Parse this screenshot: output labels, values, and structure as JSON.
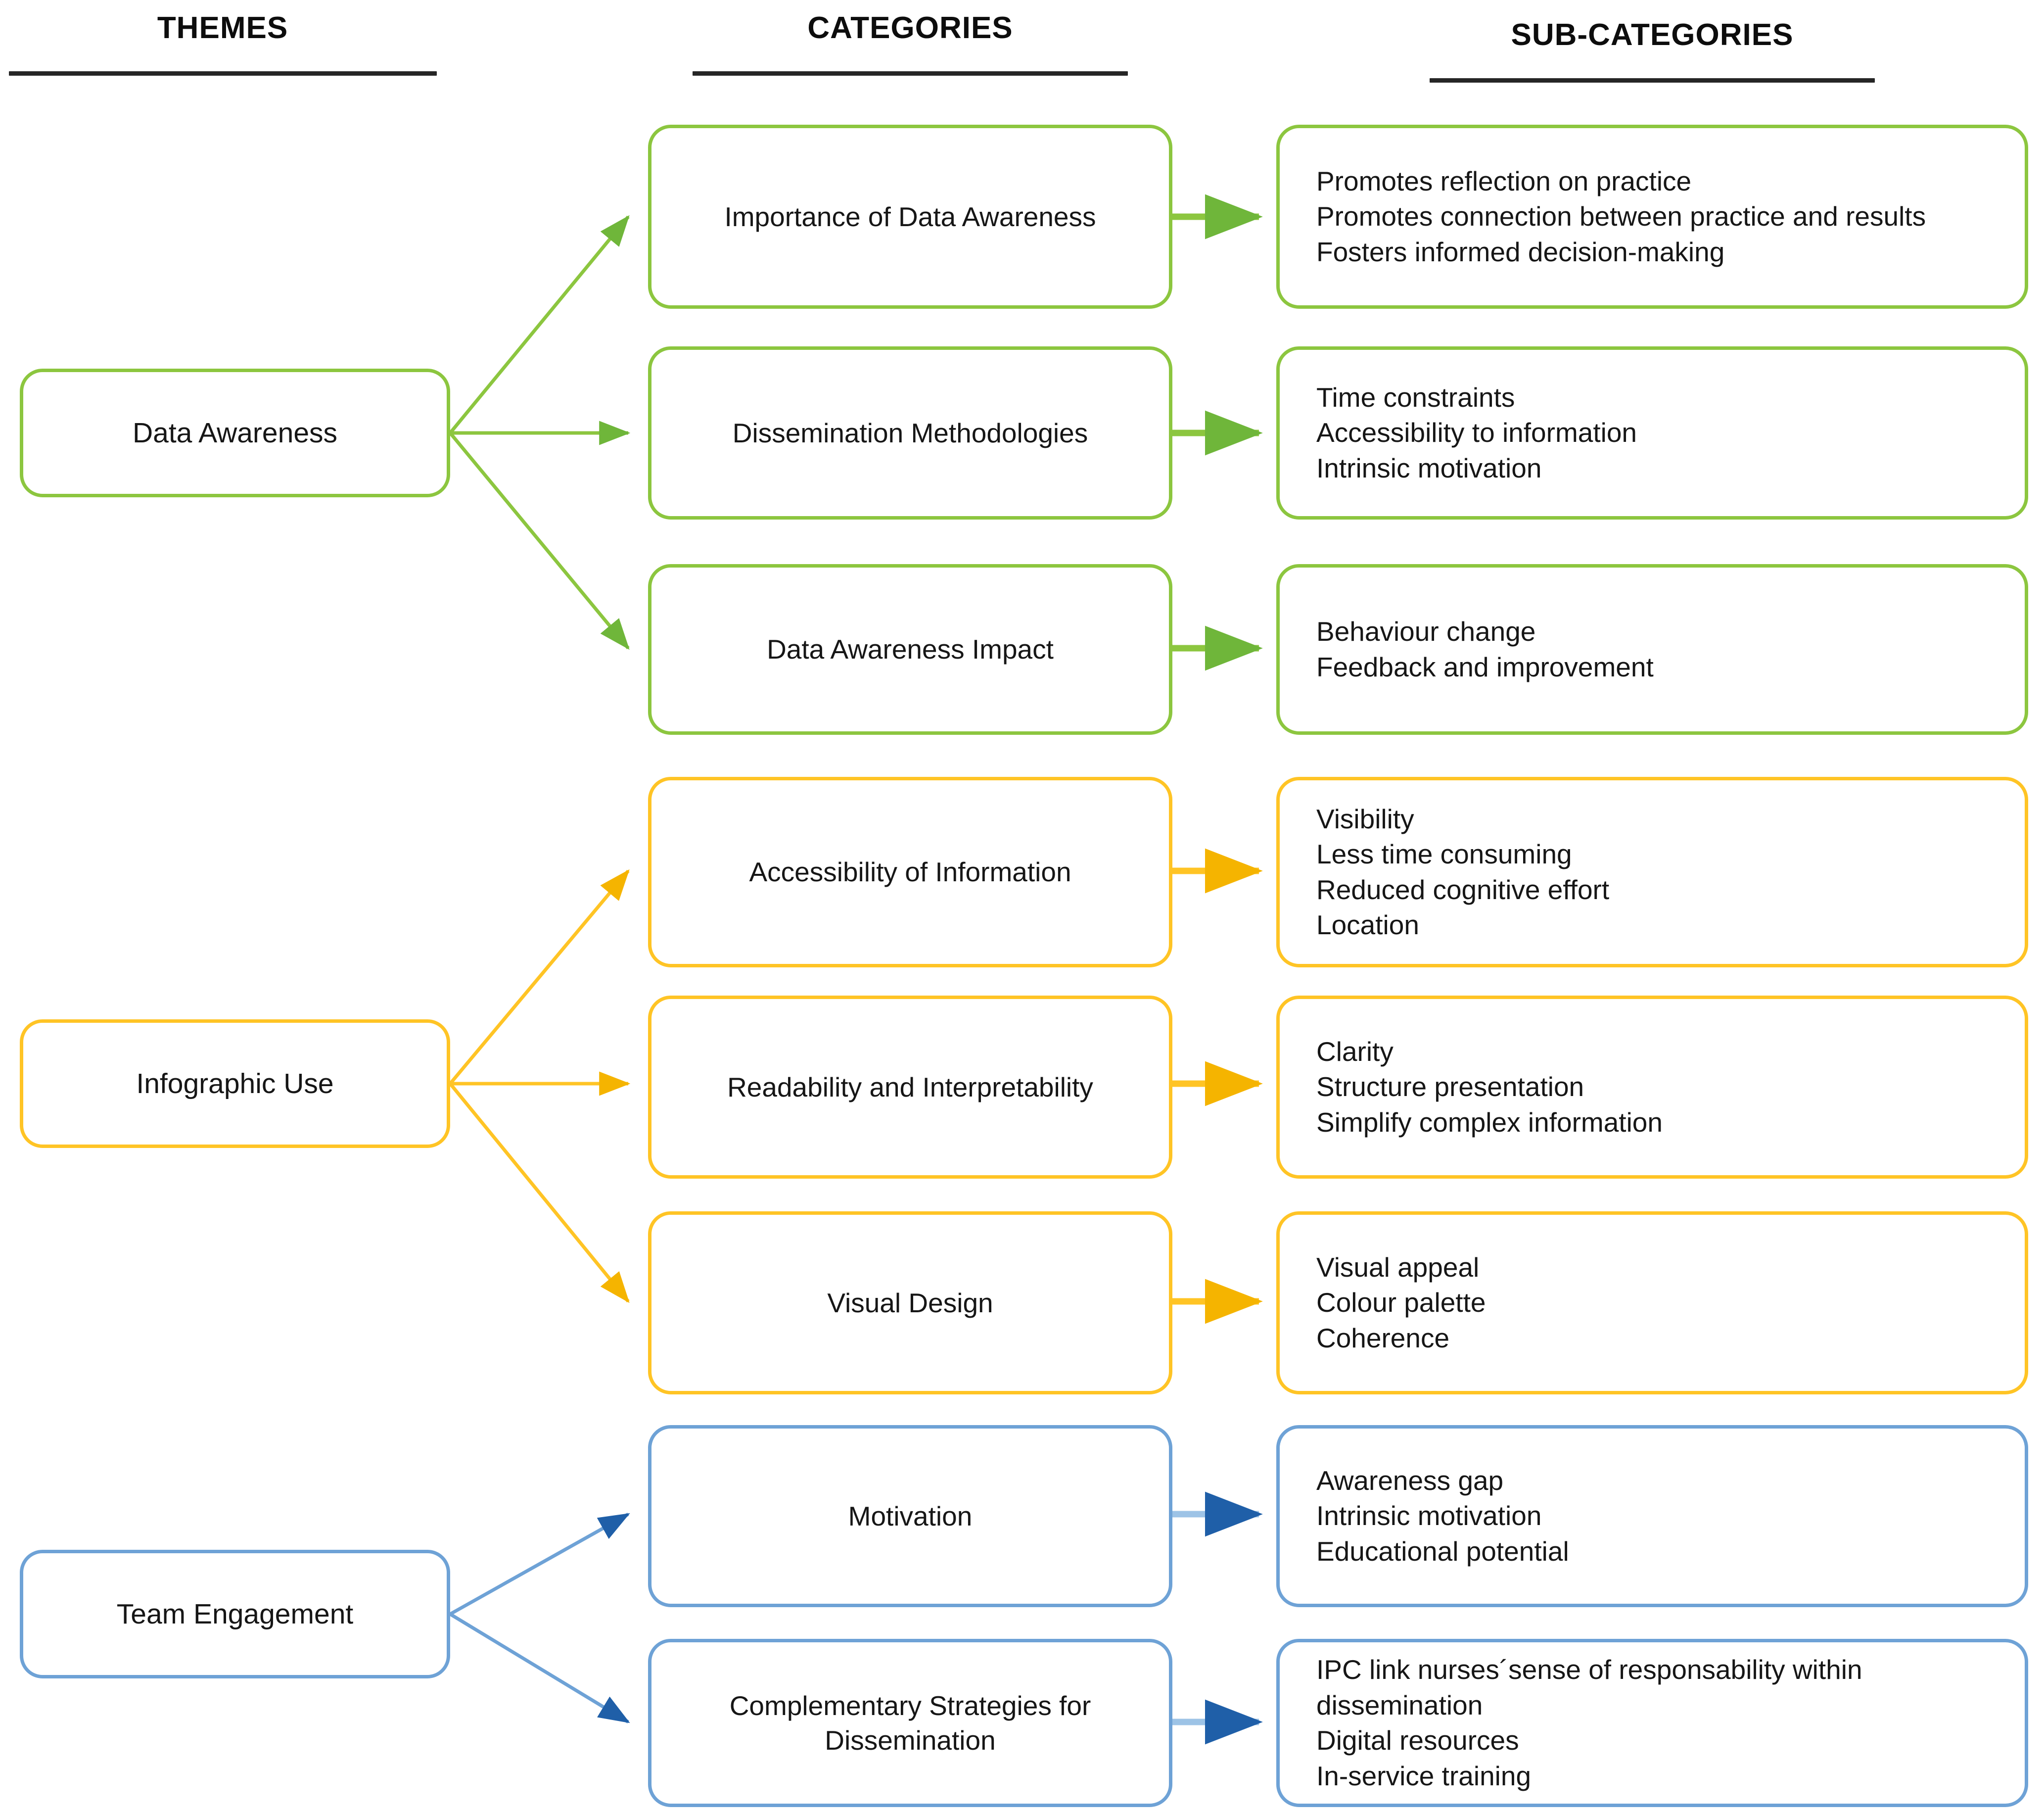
{
  "headers": {
    "themes": "THEMES",
    "categories": "CATEGORIES",
    "subcategories": "SUB-CATEGORIES"
  },
  "colors": {
    "green": "#8cc63f",
    "yellow": "#ffc425",
    "blue": "#6ea2d6",
    "text": "#161616",
    "rule": "#262626"
  },
  "themes": [
    {
      "id": "data-awareness",
      "label": "Data Awareness",
      "color": "green",
      "categories": [
        {
          "label": "Importance of Data Awareness",
          "subcategories": [
            "Promotes reflection on practice",
            "Promotes connection between practice and results",
            "Fosters informed decision-making"
          ]
        },
        {
          "label": "Dissemination Methodologies",
          "subcategories": [
            "Time constraints",
            "Accessibility to information",
            "Intrinsic motivation"
          ]
        },
        {
          "label": "Data Awareness Impact",
          "subcategories": [
            "Behaviour change",
            "Feedback and improvement"
          ]
        }
      ]
    },
    {
      "id": "infographic-use",
      "label": "Infographic Use",
      "color": "yellow",
      "categories": [
        {
          "label": "Accessibility of Information",
          "subcategories": [
            "Visibility",
            "Less time consuming",
            "Reduced cognitive effort",
            "Location"
          ]
        },
        {
          "label": "Readability and Interpretability",
          "subcategories": [
            "Clarity",
            "Structure presentation",
            "Simplify complex information"
          ]
        },
        {
          "label": "Visual Design",
          "subcategories": [
            "Visual appeal",
            "Colour palette",
            "Coherence"
          ]
        }
      ]
    },
    {
      "id": "team-engagement",
      "label": "Team Engagement",
      "color": "blue",
      "categories": [
        {
          "label": "Motivation",
          "subcategories": [
            "Awareness gap",
            "Intrinsic motivation",
            "Educational potential"
          ]
        },
        {
          "label": "Complementary Strategies for Dissemination",
          "subcategories": [
            "IPC link nurses´sense of responsability within dissemination",
            "Digital resources",
            "In-service training"
          ]
        }
      ]
    }
  ]
}
